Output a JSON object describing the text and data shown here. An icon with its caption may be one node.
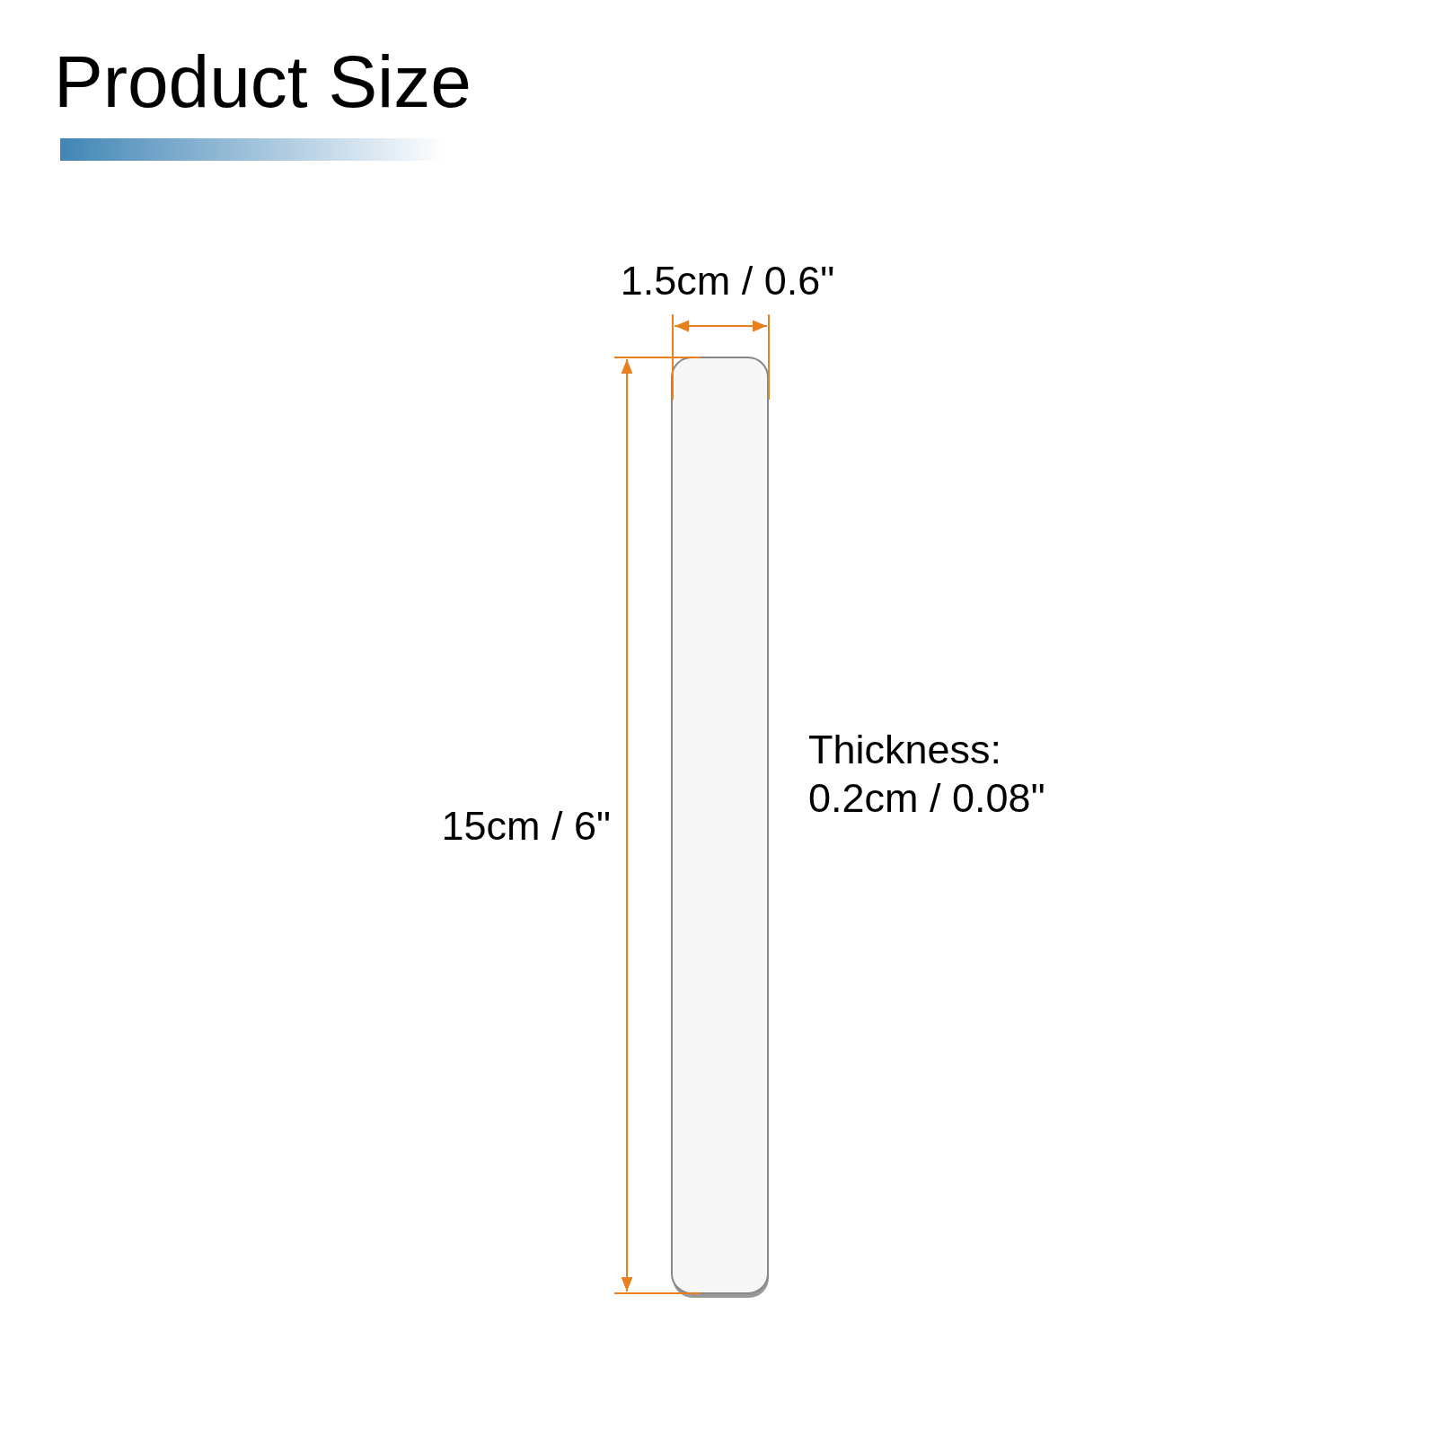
{
  "diagram": {
    "title": "Product Size",
    "labels": [
      "1.5cm / 0.6\"",
      "15cm / 6\"",
      "Thickness: 0.2cm / 0.08\""
    ]
  }
}
